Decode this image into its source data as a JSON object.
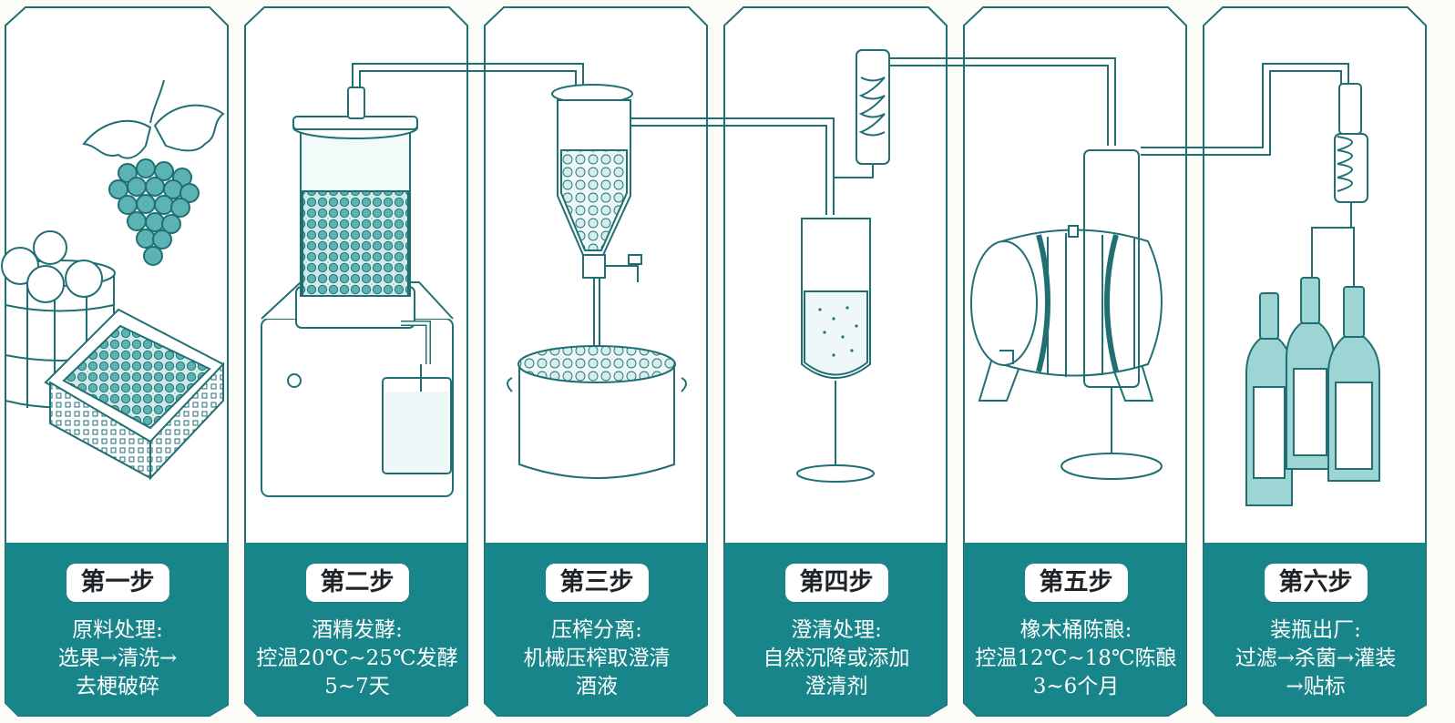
{
  "colors": {
    "teal": "#17858a",
    "ink": "#1f6f73",
    "light_teal": "#9dd4d4",
    "paper": "#ffffff",
    "background": "#fbfbf8"
  },
  "steps": [
    {
      "badge": "第一步",
      "lines": [
        "原料处理:",
        "选果→清洗→",
        "去梗破碎"
      ],
      "illustration": "grapes-and-fruit-baskets"
    },
    {
      "badge": "第二步",
      "lines": [
        "酒精发酵:",
        "控温20℃~25℃发酵",
        "5~7天"
      ],
      "illustration": "fermentation-tank"
    },
    {
      "badge": "第三步",
      "lines": [
        "压榨分离:",
        "机械压榨取澄清",
        "酒液"
      ],
      "illustration": "press-funnel-and-pot"
    },
    {
      "badge": "第四步",
      "lines": [
        "澄清处理:",
        "自然沉降或添加",
        "澄清剂"
      ],
      "illustration": "settling-glass-and-condenser"
    },
    {
      "badge": "第五步",
      "lines": [
        "橡木桶陈酿:",
        "控温12℃~18℃陈酿",
        "3~6个月"
      ],
      "illustration": "oak-barrel"
    },
    {
      "badge": "第六步",
      "lines": [
        "装瓶出厂:",
        "过滤→杀菌→灌装",
        "→贴标"
      ],
      "illustration": "wine-bottles"
    }
  ]
}
